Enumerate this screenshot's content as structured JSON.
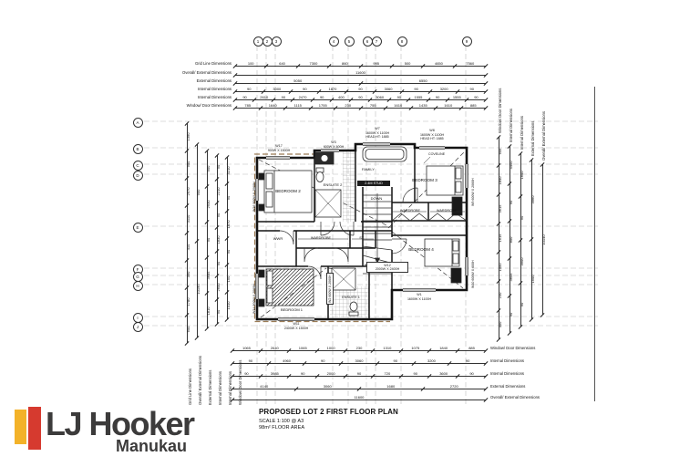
{
  "title_block": {
    "title": "PROPOSED LOT 2 FIRST FLOOR PLAN",
    "scale": "SCALE 1:100 @ A3",
    "area": "98m²  FLOOR AREA"
  },
  "logo": {
    "name": "LJ Hooker",
    "location": "Manukau",
    "bar1_color": "#f3b229",
    "bar2_color": "#d63a2f",
    "text_color": "#3c3b3b"
  },
  "grid": {
    "top_bubbles": [
      "1",
      "2",
      "3",
      "4",
      "5",
      "6",
      "7",
      "8",
      "9"
    ],
    "left_bubbles": [
      "A",
      "B",
      "C",
      "D",
      "E",
      "F",
      "G",
      "H",
      "I",
      "J"
    ]
  },
  "dims_top": {
    "rows": [
      {
        "label": "Grid Line Dimensions",
        "values": [
          "100",
          "640",
          "7300",
          "860",
          "995",
          "500",
          "4650",
          "7560"
        ]
      },
      {
        "label": "Overall/ External Dimensions",
        "values": [
          "11600"
        ]
      },
      {
        "label": "External Dimensions",
        "values": [
          "5050",
          "6550"
        ]
      },
      {
        "label": "Internal Dimensions",
        "values": [
          "90",
          "3000",
          "90",
          "1870",
          "90",
          "3060",
          "90",
          "3200",
          "90"
        ]
      },
      {
        "label": "Internal Dimensions",
        "values": [
          "90",
          "2610",
          "90",
          "2470",
          "90",
          "400",
          "90",
          "3060",
          "90",
          "1555",
          "90",
          "1555",
          "90"
        ]
      },
      {
        "label": "Window/ Door Dimensions",
        "values": [
          "785",
          "1640",
          "1115",
          "1755",
          "230",
          "755",
          "1610",
          "1435",
          "1610",
          "885"
        ]
      }
    ]
  },
  "dims_bottom": {
    "rows": [
      {
        "label": "Window/ Door Dimensions",
        "values": [
          "1065",
          "2640",
          "1065",
          "1000",
          "230",
          "1310",
          "1075",
          "1840",
          "885"
        ]
      },
      {
        "label": "Internal Dimensions",
        "values": [
          "90",
          "4960",
          "90",
          "3060",
          "90",
          "3200",
          "90"
        ]
      },
      {
        "label": "Internal Dimensions",
        "values": [
          "90",
          "3985",
          "90",
          "2000",
          "90",
          "720",
          "90",
          "3600",
          "90"
        ]
      },
      {
        "label": "External Dimensions",
        "values": [
          "4140",
          "3060",
          "1680",
          "2720"
        ]
      },
      {
        "label": "Overall/ External Dimensions",
        "values": [
          "11600"
        ]
      }
    ],
    "left_labels": [
      "Grid Line Dimensions",
      "Overall/ External Dimensions",
      "External Dimensions",
      "Internal Dimensions",
      "Internal Dimensions",
      "Window/ Door Dimensions"
    ]
  },
  "dims_left": {
    "columns": [
      {
        "values": [
          "1390",
          "900",
          "2970",
          "3110",
          "410",
          "390",
          "1780",
          "600"
        ]
      },
      {
        "values": [
          "900",
          "10190"
        ]
      },
      {
        "values": [
          "900",
          "2930",
          "90",
          "3685",
          "1810"
        ]
      },
      {
        "values": [
          "90",
          "2210",
          "90",
          "1830",
          "90",
          "2600",
          "90"
        ]
      },
      {
        "values": [
          "3210",
          "90",
          "1870",
          "90",
          "150",
          "1010"
        ]
      }
    ]
  },
  "dims_right": {
    "columns": [
      {
        "label": "Window/ Door Dimensions",
        "values": [
          "605",
          "1840",
          "3615",
          "1615",
          "1000",
          "230",
          "400"
        ]
      },
      {
        "label": "Internal Dimensions",
        "values": [
          "4400",
          "90",
          "800",
          "3605",
          "90"
        ]
      },
      {
        "label": "Internal Dimensions",
        "values": [
          "1600",
          "90",
          "3900",
          "90"
        ]
      },
      {
        "label": "External Dimensions",
        "values": [
          "3960",
          "1500"
        ]
      },
      {
        "label": "Overall/ External Dimensions",
        "values": [
          "10140"
        ]
      }
    ]
  },
  "rooms": {
    "bedroom2": "BEDROOM 2",
    "ensuite2": "ENSUITE 2",
    "family": "FAMILY",
    "bedroom3": "BEDROOM 3",
    "wardrobe_a": "WARDROBE",
    "wardrobe_b": "WARDROBE",
    "wwr": "WWR",
    "wardrobe_c": "WARDROBE",
    "st": "ST.",
    "bedroom1": "BEDROOM 1",
    "ensuite1": "ENSUITE 1",
    "bedroom4": "BEDROOM 4",
    "down": "DOWN",
    "stud_badge": "2.4M STUD",
    "coveline": "COVELINE"
  },
  "windows": {
    "w17": {
      "id": "W17",
      "size": "900W X 1500H"
    },
    "w3": {
      "id": "W3",
      "size": "600W X 600H"
    },
    "w7": {
      "id": "W7",
      "size": "1600W X 1100H",
      "head": "HEAD HT: 1885"
    },
    "w8": {
      "id": "W8",
      "size": "1600W X 1100H",
      "head": "HEAD HT: 1885"
    },
    "w12": {
      "id": "W12",
      "size": "2000W X 2400H"
    },
    "w1": {
      "id": "W1",
      "size": "1600W X 1100H"
    },
    "w11": {
      "id": "W11",
      "size": "2400W X 1500H"
    },
    "w16": {
      "id": "W16",
      "size": "900W X 2060H"
    },
    "w14": {
      "id": "W14",
      "size": "900W X 2060H"
    },
    "w9": {
      "id": "W9",
      "size": "600W X 2060H"
    },
    "w10": {
      "id": "W10",
      "size": "600W X 600H"
    },
    "w2": {
      "id": "W2",
      "size": "600W X 2060H"
    }
  }
}
